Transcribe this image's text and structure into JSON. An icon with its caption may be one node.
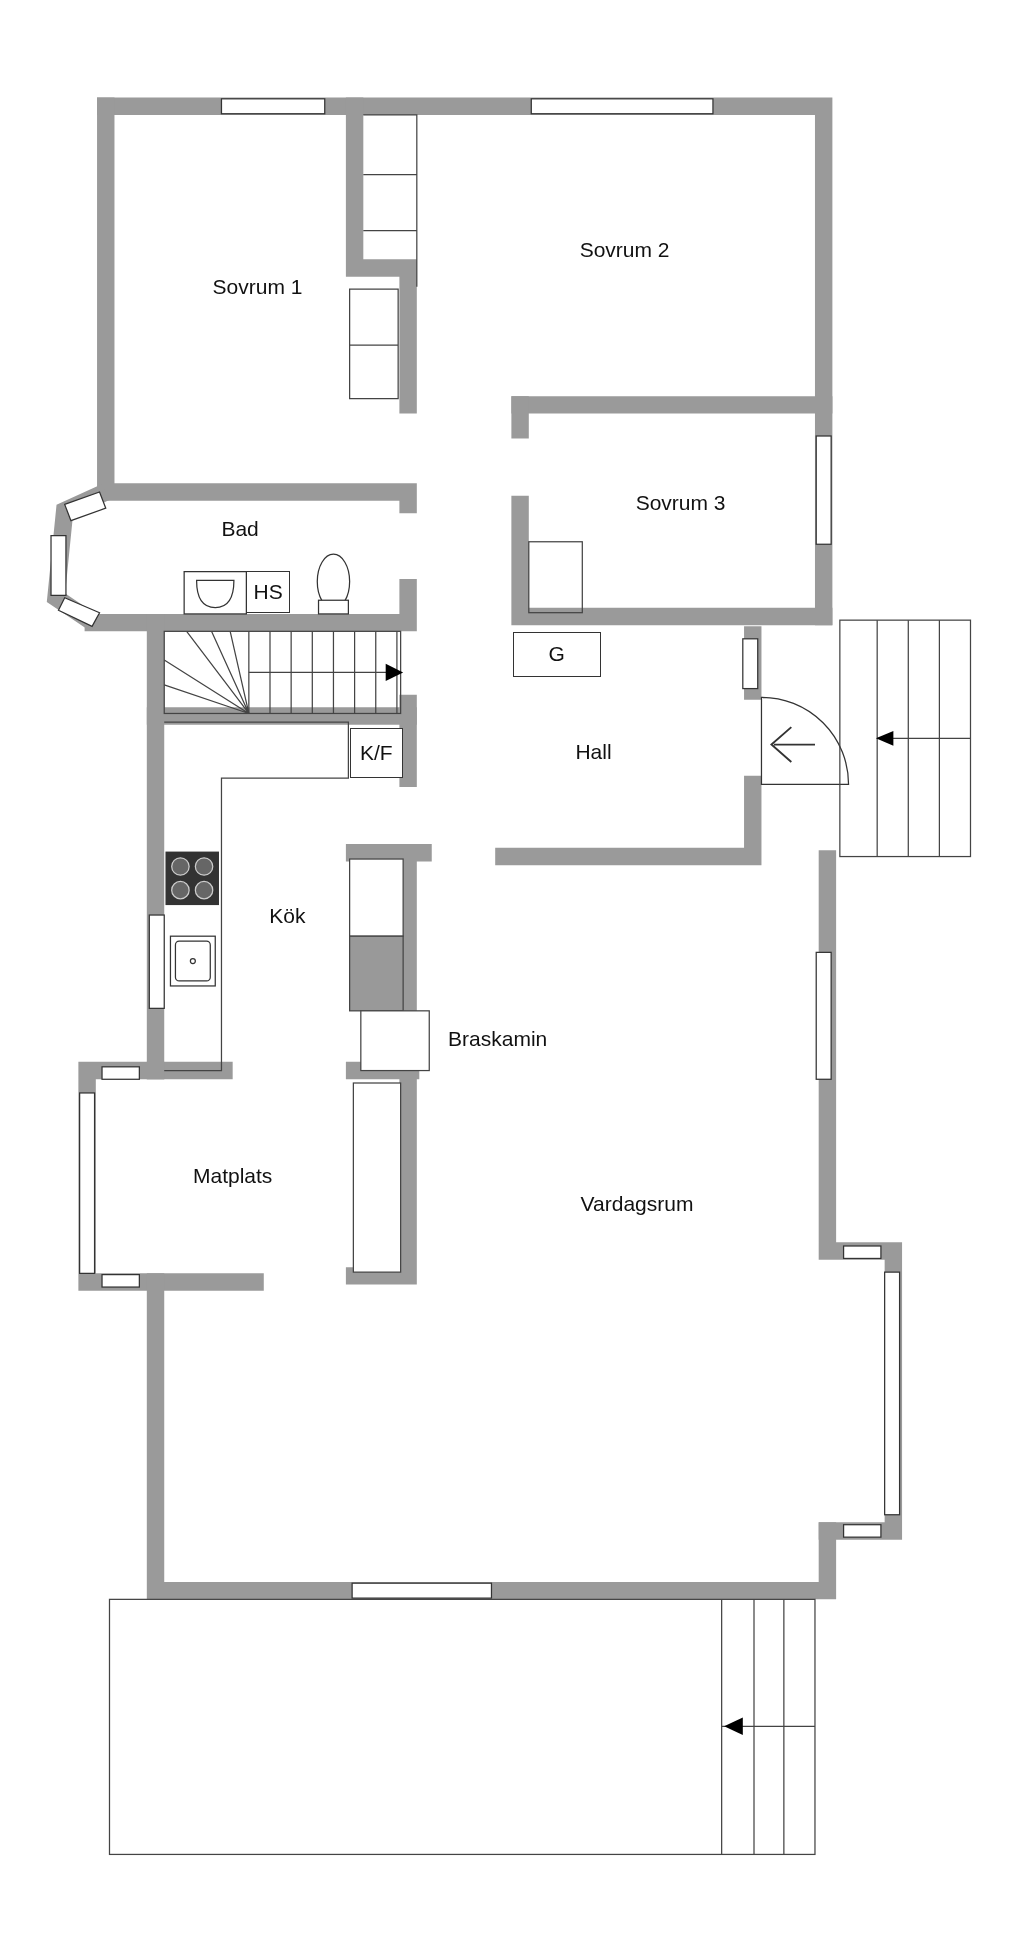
{
  "diagram": {
    "nodes": [
      {
        "text": [
          "HS"
        ]
      },
      {
        "text": [
          "G"
        ]
      },
      {
        "text": [
          "K/F"
        ]
      }
    ],
    "labels": [
      "Sovrum 1",
      "Sovrum 2",
      "Bad",
      "Sovrum 3",
      "Hall",
      "Kök",
      "Braskamin",
      "Matplats",
      "Vardagsrum"
    ]
  }
}
